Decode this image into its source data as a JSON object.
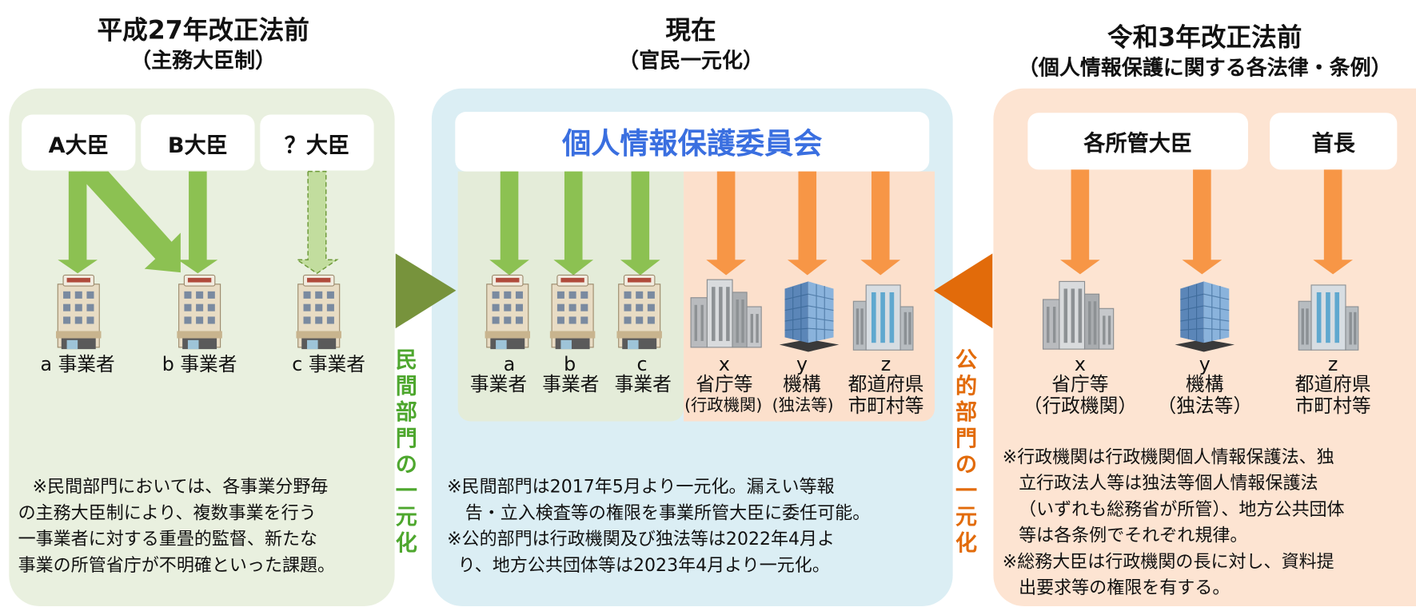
{
  "left": {
    "title": "平成27年改正法前",
    "subtitle": "（主務大臣制）",
    "ministers": [
      "A大臣",
      "B大臣",
      "？大臣"
    ],
    "businesses": [
      "a 事業者",
      "b 事業者",
      "c 事業者"
    ],
    "note": [
      "※民間部門においては、各事業分野毎",
      "の主務大臣制により、複数事業を行う",
      "一事業者に対する重畳的監督、新たな",
      "事業の所管省庁が不明確といった課題。"
    ]
  },
  "center": {
    "title": "現在",
    "subtitle": "（官民一元化）",
    "commission": "個人情報保護委員会",
    "private_entities": [
      {
        "letter": "a",
        "name": "事業者"
      },
      {
        "letter": "b",
        "name": "事業者"
      },
      {
        "letter": "c",
        "name": "事業者"
      }
    ],
    "public_entities": [
      {
        "letter": "x",
        "line1": "省庁等",
        "line2": "(行政機関)"
      },
      {
        "letter": "y",
        "line1": "機構",
        "line2": "(独法等)"
      },
      {
        "letter": "z",
        "line1": "都道府県",
        "line2": "市町村等"
      }
    ],
    "note": [
      "※民間部門は2017年5月より一元化。漏えい等報",
      "告・立入検査等の権限を事業所管大臣に委任可能。",
      "※公的部門は行政機関及び独法等は2022年4月よ",
      "り、地方公共団体等は2023年4月より一元化。"
    ]
  },
  "right": {
    "title": "令和3年改正法前",
    "subtitle": "（個人情報保護に関する各法律・条例）",
    "authorities": [
      "各所管大臣",
      "首長"
    ],
    "entities": [
      {
        "letter": "x",
        "line1": "省庁等",
        "line2": "（行政機関）"
      },
      {
        "letter": "y",
        "line1": "機構",
        "line2": "（独法等）"
      },
      {
        "letter": "z",
        "line1": "都道府県",
        "line2": "市町村等"
      }
    ],
    "note": [
      "※行政機関は行政機関個人情報保護法、独",
      "立行政法人等は独法等個人情報保護法",
      "（いずれも総務省が所管）、地方公共団体",
      "等は各条例でそれぞれ規律。",
      "※総務大臣は行政機関の長に対し、資料提",
      "出要求等の権限を有する。"
    ]
  },
  "private_unification": [
    "民",
    "間",
    "部",
    "門",
    "の",
    "一",
    "元",
    "化"
  ],
  "public_unification": [
    "公",
    "的",
    "部",
    "門",
    "の",
    "一",
    "元",
    "化"
  ],
  "colors": {
    "left_panel": "#e9f0df",
    "center_panel": "#dbeef4",
    "right_panel": "#fde4d2",
    "public_sub": "#fce0cc",
    "private_sub": "#e4ecd9",
    "green_arrow": "#8cc152",
    "dark_green": "#77933c",
    "orange_arrow": "#f79646",
    "dark_orange": "#e26b0a",
    "blue_title": "#3a6fe0",
    "green_text": "#4ea72e",
    "orange_text": "#e26b0a"
  }
}
